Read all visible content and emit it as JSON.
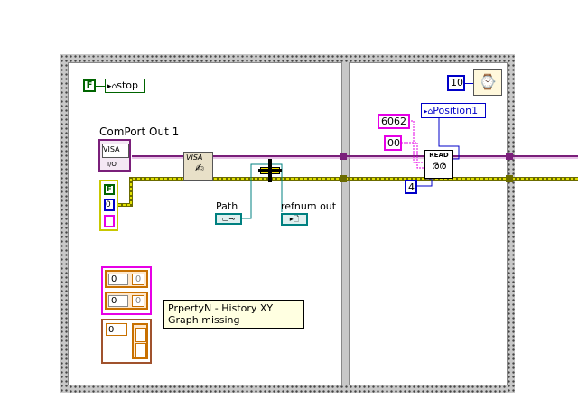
{
  "diagram": {
    "local_var_stop": {
      "bool_const": "F",
      "name": "stop"
    },
    "comport": {
      "label": "ComPort Out 1",
      "visa_text": "VISA",
      "io_text": "I/O"
    },
    "cluster_const": {
      "bool": "F",
      "num": "0"
    },
    "visa_node": {
      "text": "VISA"
    },
    "path": {
      "label": "Path"
    },
    "refnum": {
      "label": "refnum out"
    },
    "arrays": {
      "array1": {
        "idx": "0",
        "val": "0"
      },
      "array2": {
        "idx": "0",
        "val": "0"
      },
      "array3": {
        "idx": "0"
      }
    },
    "comment": "PrpertyN - History XY Graph missing",
    "timeout": {
      "value": "10"
    },
    "position_var": {
      "name": "Position1"
    },
    "const_6062": "6062",
    "const_00": "00",
    "const_4": "4",
    "read_node": {
      "label": "READ"
    }
  },
  "colors": {
    "visa_wire": "#7a1f7a",
    "error_wire": "#c8c800",
    "bool_green": "#006400",
    "num_blue": "#0000c8",
    "string_pink": "#e600e6",
    "path_teal": "#008080",
    "array_orange": "#c87000"
  }
}
